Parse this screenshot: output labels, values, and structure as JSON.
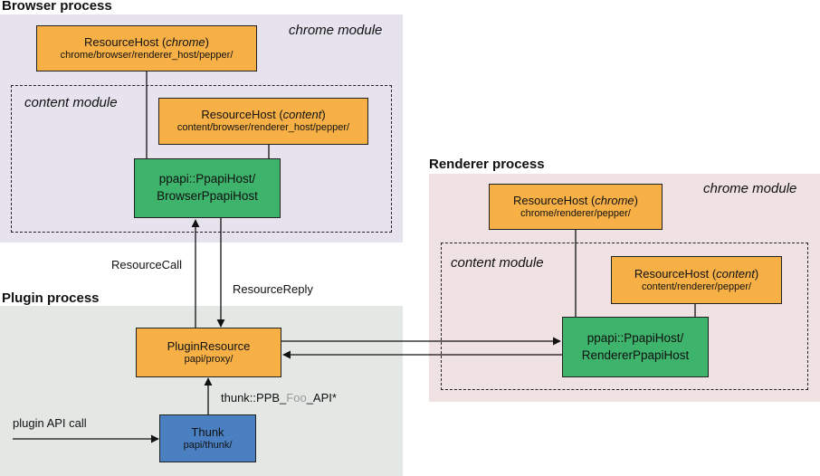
{
  "processes": {
    "browser": {
      "title": "Browser process",
      "chrome_module": "chrome module",
      "content_module": "content  module",
      "chrome_host": {
        "name": "ResourceHost (",
        "qualifier": "chrome",
        "close": ")",
        "path": "chrome/browser/renderer_host/pepper/"
      },
      "content_host": {
        "name": "ResourceHost (",
        "qualifier": "content",
        "close": ")",
        "path": "content/browser/renderer_host/pepper/"
      },
      "ppapi_host": {
        "line1": "ppapi::PpapiHost/",
        "line2": "BrowserPpapiHost"
      }
    },
    "renderer": {
      "title": "Renderer process",
      "chrome_module": "chrome module",
      "content_module": "content  module",
      "chrome_host": {
        "name": "ResourceHost (",
        "qualifier": "chrome",
        "close": ")",
        "path": "chrome/renderer/pepper/"
      },
      "content_host": {
        "name": "ResourceHost (",
        "qualifier": "content",
        "close": ")",
        "path": "content/renderer/pepper/"
      },
      "ppapi_host": {
        "line1": "ppapi::PpapiHost/",
        "line2": "RendererPpapiHost"
      }
    },
    "plugin": {
      "title": "Plugin process",
      "plugin_resource": {
        "name": "PluginResource",
        "path": "papi/proxy/"
      },
      "thunk": {
        "name": "Thunk",
        "path": "papi/thunk/"
      },
      "api_call": "plugin API call"
    }
  },
  "connections": {
    "resource_call": "ResourceCall",
    "resource_reply": "ResourceReply",
    "thunk_prefix": "thunk::PPB_",
    "thunk_foo": "Foo",
    "thunk_suffix": "_API*"
  },
  "colors": {
    "browser_bg": "#e6e3ee",
    "plugin_bg": "#e3e8e5",
    "renderer_bg": "#f0e1e3",
    "resource_host": "#f7b045",
    "ppapi_host": "#3db36b",
    "thunk": "#4a7fc1"
  }
}
